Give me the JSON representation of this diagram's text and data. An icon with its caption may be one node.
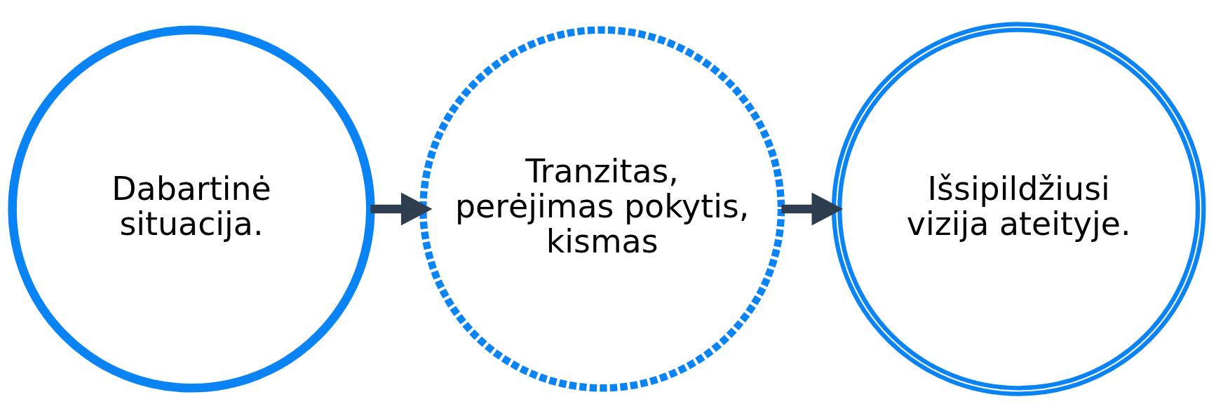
{
  "diagram": {
    "nodes": [
      {
        "text": [
          "Dabartinė situacija."
        ]
      },
      {
        "text": [
          "Tranzitas, perėjimas pokytis, kismas"
        ]
      },
      {
        "text": [
          "Išsipildžiusi vizija ateityje."
        ]
      }
    ],
    "edges": [
      {
        "from": 0,
        "to": 1,
        "arrow": "to"
      },
      {
        "from": 1,
        "to": 2,
        "arrow": "to"
      }
    ]
  }
}
